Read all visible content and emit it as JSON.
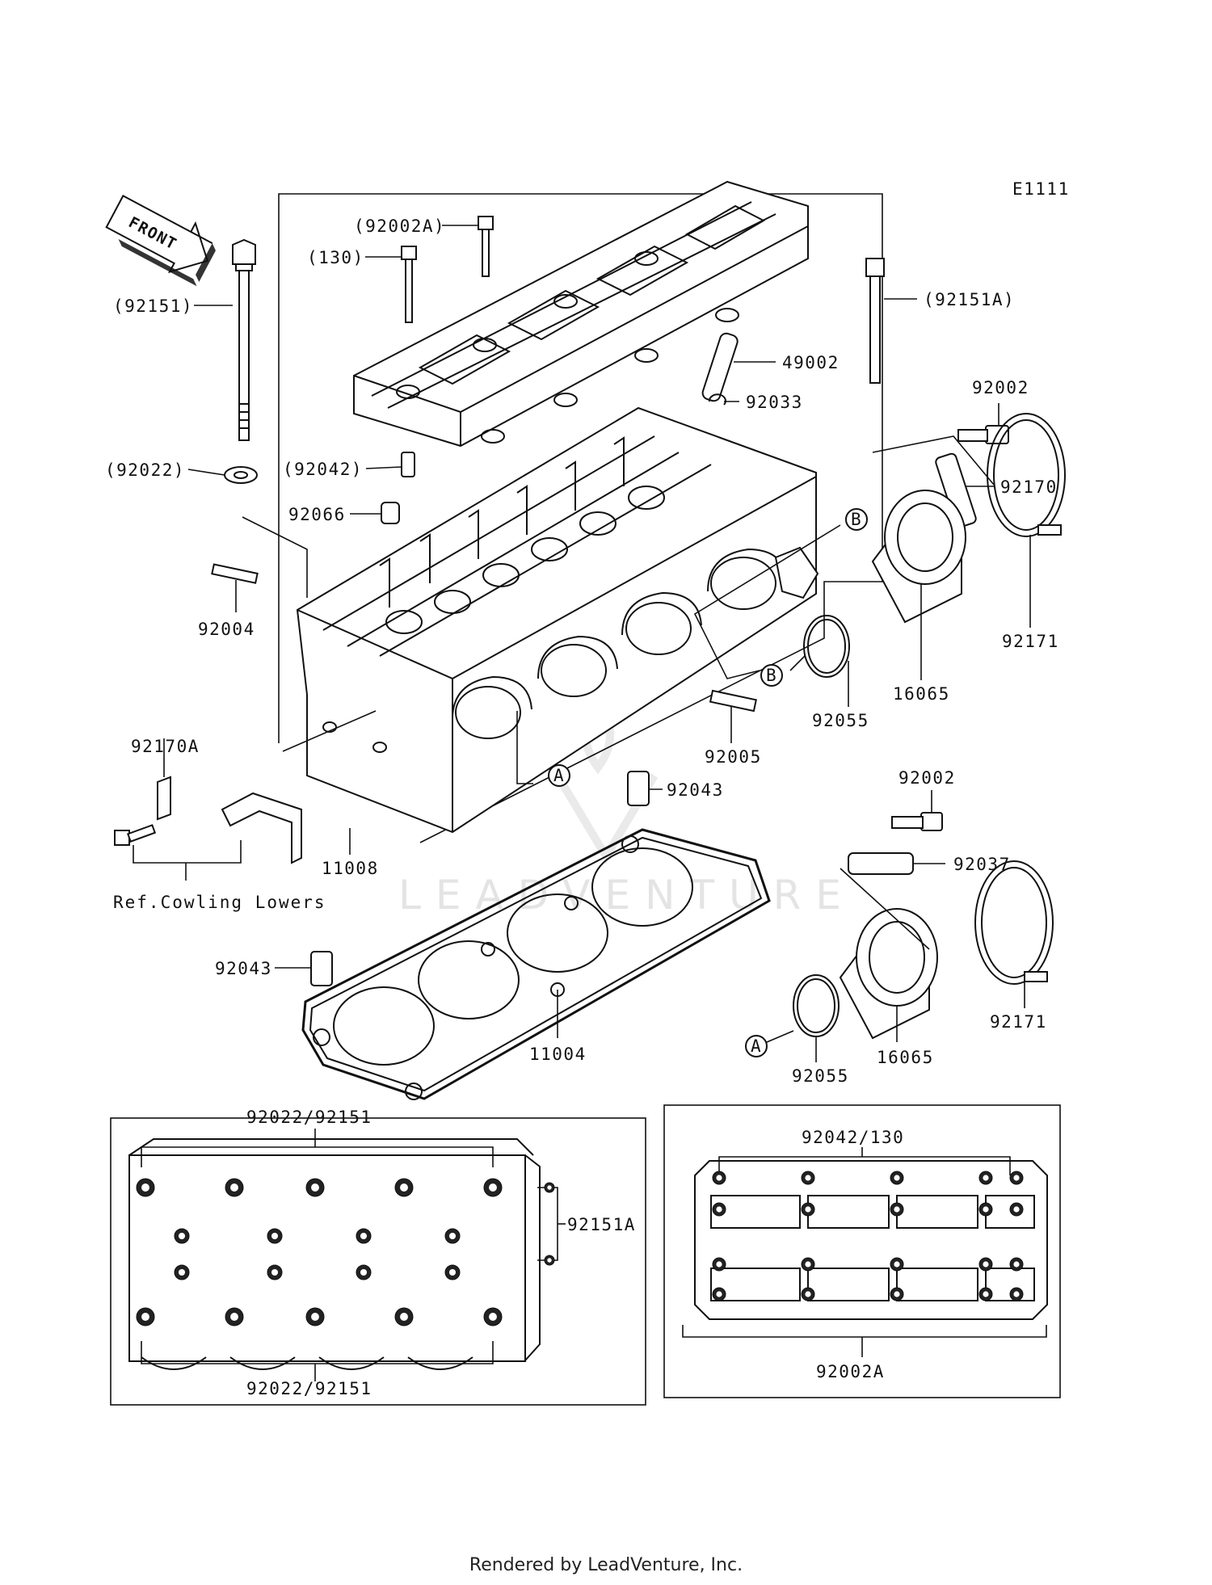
{
  "diagram_code": "E1111",
  "front_arrow": "FRONT",
  "watermark": "LEADVENTURE",
  "labels": {
    "p92002A": "(92002A)",
    "p130": "(130)",
    "p92151": "(92151)",
    "p92151A": "(92151A)",
    "p49002": "49002",
    "p92033": "92033",
    "p92002_top": "92002",
    "p92022": "(92022)",
    "p92042": "(92042)",
    "p92170": "92170",
    "p92066": "92066",
    "p92004": "92004",
    "p92171_top": "92171",
    "p92055_top": "92055",
    "p16065_top": "16065",
    "p92005": "92005",
    "p92170A": "92170A",
    "p92043_top": "92043",
    "p11008": "11008",
    "ref_cowling": "Ref.Cowling Lowers",
    "p92002_mid": "92002",
    "p92037": "92037",
    "p92043_left": "92043",
    "p11004": "11004",
    "p92171_bot": "92171",
    "p92055_bot": "92055",
    "p16065_bot": "16065"
  },
  "callouts": {
    "b_upper": "B",
    "b_lower": "B",
    "a_gasket": "A",
    "a_lower": "A"
  },
  "inset_left": {
    "top_label": "92022/92151",
    "right_label": "92151A",
    "bottom_label": "92022/92151"
  },
  "inset_right": {
    "top_label": "92042/130",
    "bottom_label": "92002A"
  },
  "footer": "Rendered by LeadVenture, Inc."
}
